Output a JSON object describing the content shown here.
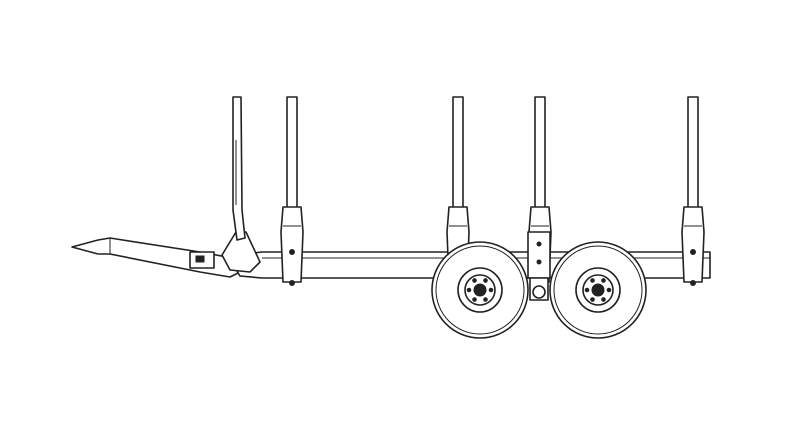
{
  "colors": {
    "stroke": "#222222",
    "background": "#ffffff"
  },
  "drawing": {
    "subject": "forestry-timber-trailer",
    "stakes": 5,
    "axles": 2
  }
}
